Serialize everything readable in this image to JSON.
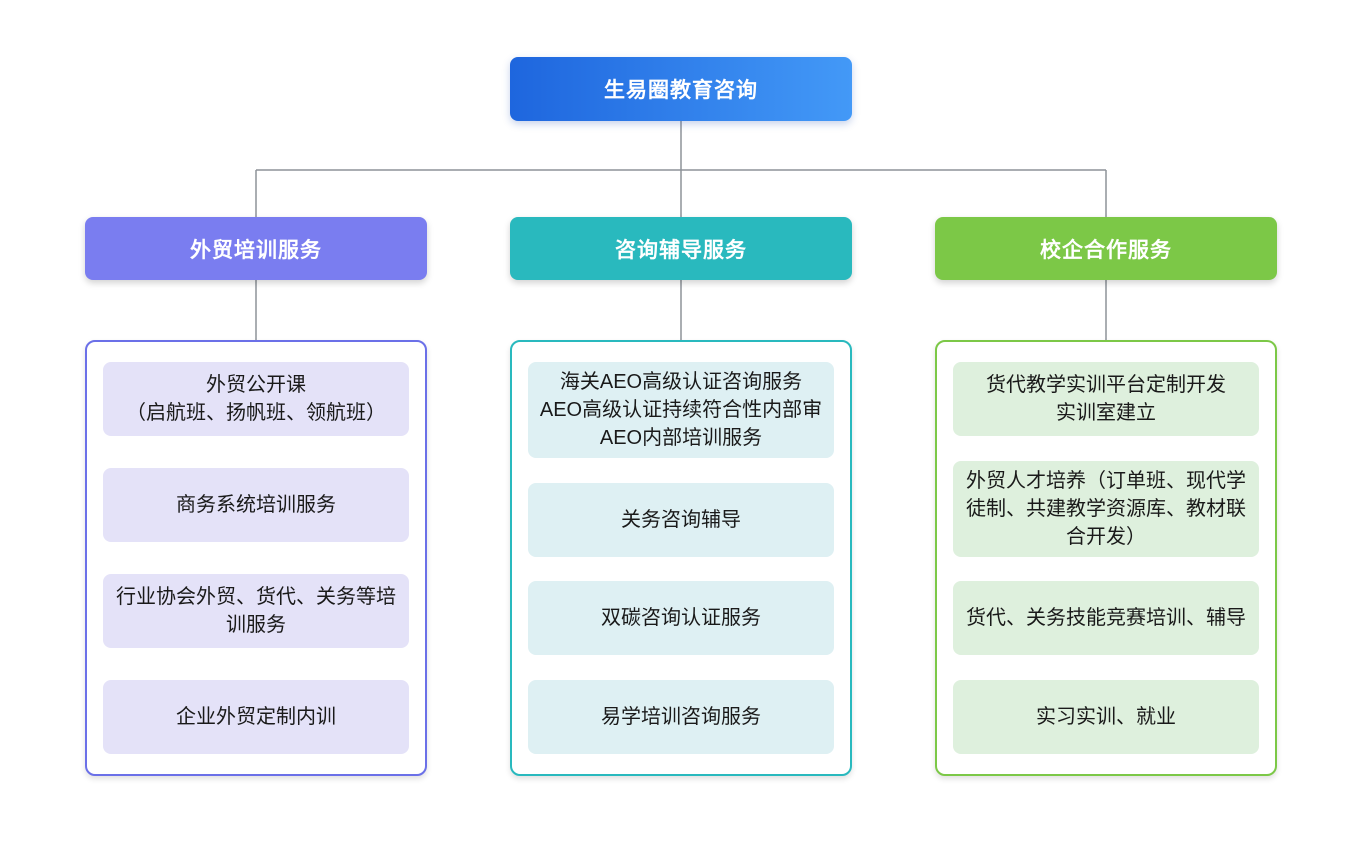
{
  "root": {
    "label": "生易圈教育咨询",
    "gradient_from": "#1e66de",
    "gradient_to": "#4399f7"
  },
  "connector_color": "#8d9299",
  "branches": [
    {
      "title": "外贸培训服务",
      "header_color": "#7a7df0",
      "border_color": "#6b70e8",
      "item_fill": "#e4e2f8",
      "items": [
        "外贸公开课\n（启航班、扬帆班、领航班）",
        "商务系统培训服务",
        "行业协会外贸、货代、关务等培训服务",
        "企业外贸定制内训"
      ]
    },
    {
      "title": "咨询辅导服务",
      "header_color": "#29b9be",
      "border_color": "#29b9be",
      "item_fill": "#def0f3",
      "items": [
        "海关AEO高级认证咨询服务\nAEO高级认证持续符合性内部审\nAEO内部培训服务",
        "关务咨询辅导",
        "双碳咨询认证服务",
        "易学培训咨询服务"
      ]
    },
    {
      "title": "校企合作服务",
      "header_color": "#7cc847",
      "border_color": "#7cc847",
      "item_fill": "#def0dd",
      "items": [
        "货代教学实训平台定制开发\n实训室建立",
        "外贸人才培养（订单班、现代学徒制、共建教学资源库、教材联合开发）",
        "货代、关务技能竞赛培训、辅导",
        "实习实训、就业"
      ]
    }
  ]
}
